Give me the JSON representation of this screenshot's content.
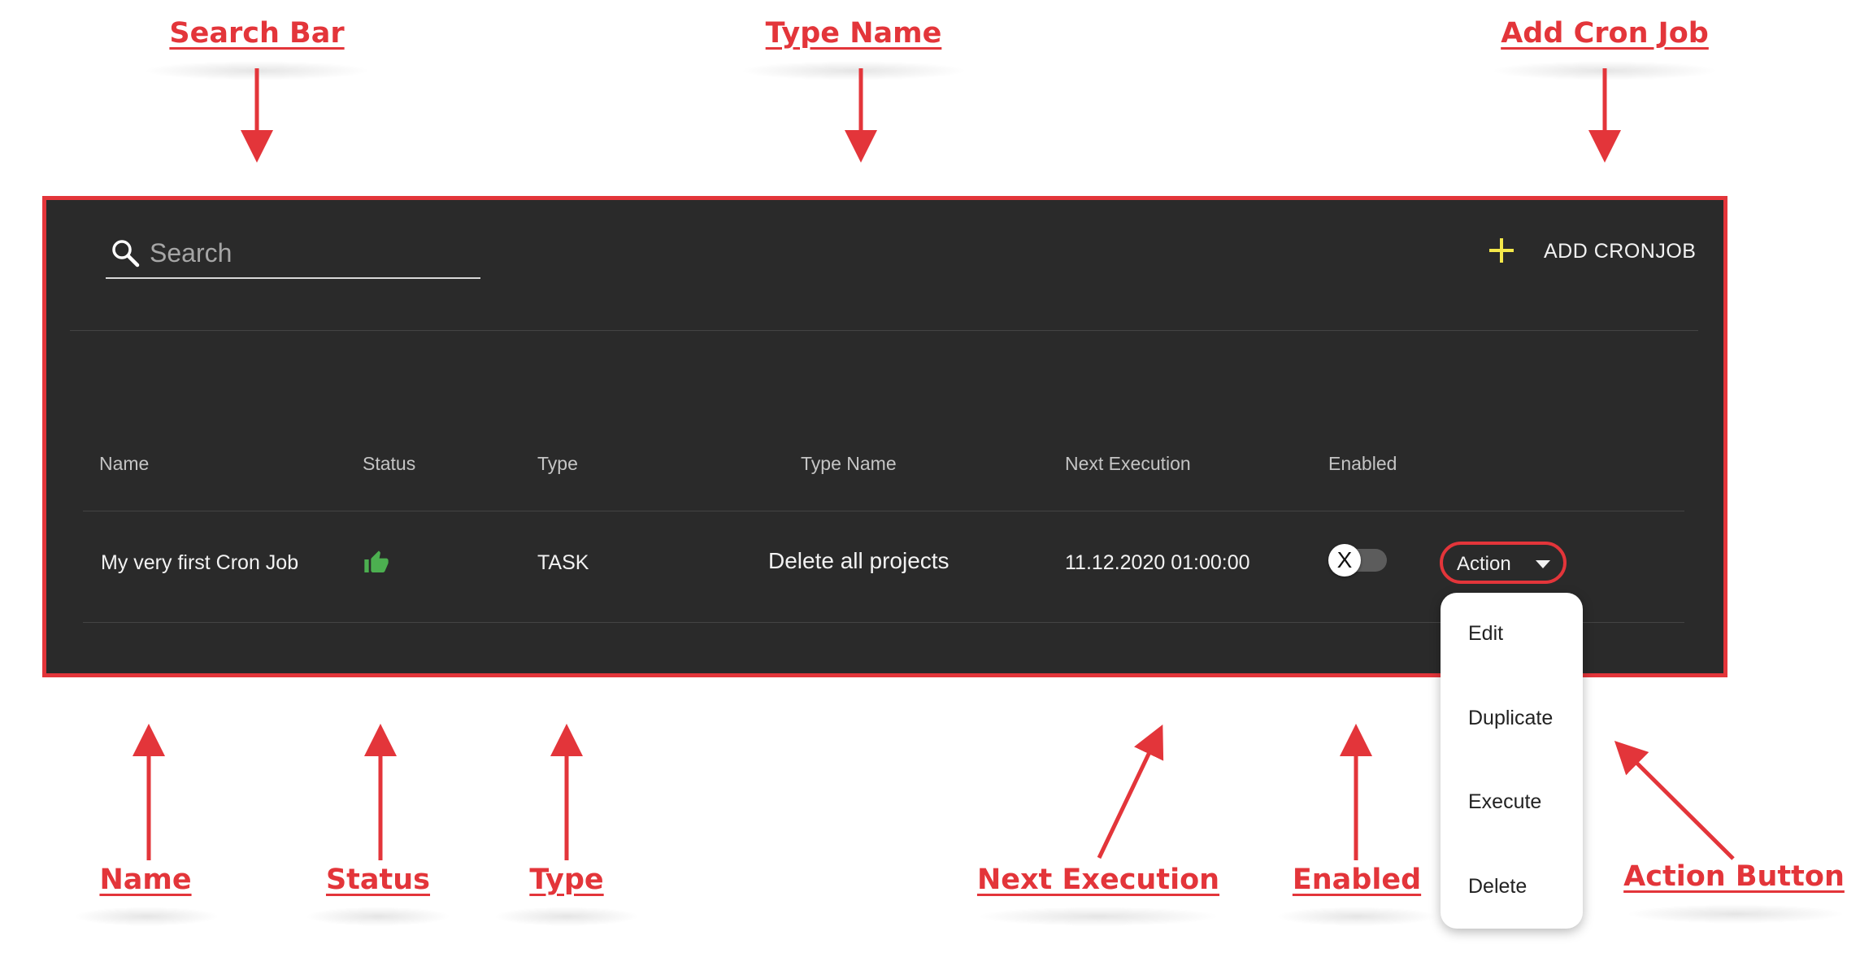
{
  "annotations": [
    {
      "id": "search_bar",
      "text": "Search Bar"
    },
    {
      "id": "type_name",
      "text": "Type Name"
    },
    {
      "id": "add_cron_job",
      "text": "Add Cron Job"
    },
    {
      "id": "name",
      "text": "Name"
    },
    {
      "id": "status",
      "text": "Status"
    },
    {
      "id": "type",
      "text": "Type"
    },
    {
      "id": "next_execution",
      "text": "Next Execution"
    },
    {
      "id": "enabled",
      "text": "Enabled"
    },
    {
      "id": "action_button",
      "text": "Action Button"
    }
  ],
  "colors": {
    "annotation": "#e3353a",
    "panel_bg": "#2a2a2a",
    "status_ok": "#4caf50",
    "add_icon": "#f4e84a"
  },
  "search": {
    "placeholder": "Search",
    "value": "",
    "icon": "search-icon"
  },
  "toolbar": {
    "add_label": "ADD CRONJOB",
    "add_icon": "plus-icon"
  },
  "table": {
    "headers": [
      "Name",
      "Status",
      "Type",
      "Type Name",
      "Next Execution",
      "Enabled"
    ],
    "rows": [
      {
        "name": "My very first Cron Job",
        "status_icon": "thumbs-up-icon",
        "type": "TASK",
        "type_name": "Delete all projects",
        "next_execution": "11.12.2020 01:00:00",
        "enabled": false,
        "toggle_glyph": "X",
        "action_label": "Action"
      }
    ]
  },
  "action_menu": {
    "items": [
      "Edit",
      "Duplicate",
      "Execute",
      "Delete"
    ]
  }
}
